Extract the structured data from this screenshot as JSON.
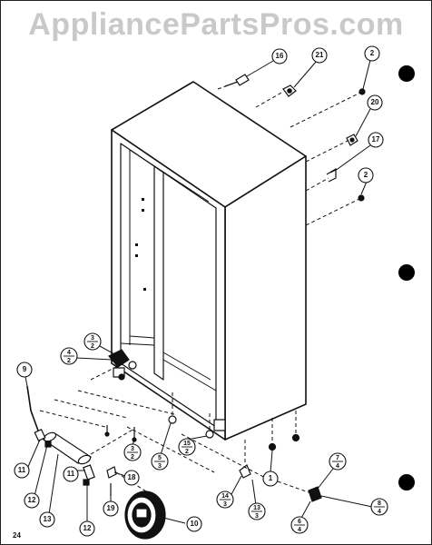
{
  "watermark": "AppliancePartsPros.com",
  "page_number": "24",
  "callouts": {
    "c16": "16",
    "c21": "21",
    "c2a": "2",
    "c20": "20",
    "c17": "17",
    "c2b": "2",
    "c9": "9",
    "c4_2": [
      "4",
      "2"
    ],
    "c3_2a": [
      "3",
      "2"
    ],
    "c3_2b": [
      "3",
      "2"
    ],
    "c5_3": [
      "5",
      "3"
    ],
    "c15_2": [
      "15",
      "2"
    ],
    "c7_4": [
      "7",
      "4"
    ],
    "c8_4": [
      "8",
      "4"
    ],
    "c6_4": [
      "6",
      "4"
    ],
    "c14_3": [
      "14",
      "3"
    ],
    "c13_3": [
      "13",
      "3"
    ],
    "c1": "1",
    "c18": "18",
    "c19": "19",
    "c10": "10",
    "c11a": "11",
    "c12a": "12",
    "c13": "13",
    "c11b": "11",
    "c12b": "12"
  }
}
